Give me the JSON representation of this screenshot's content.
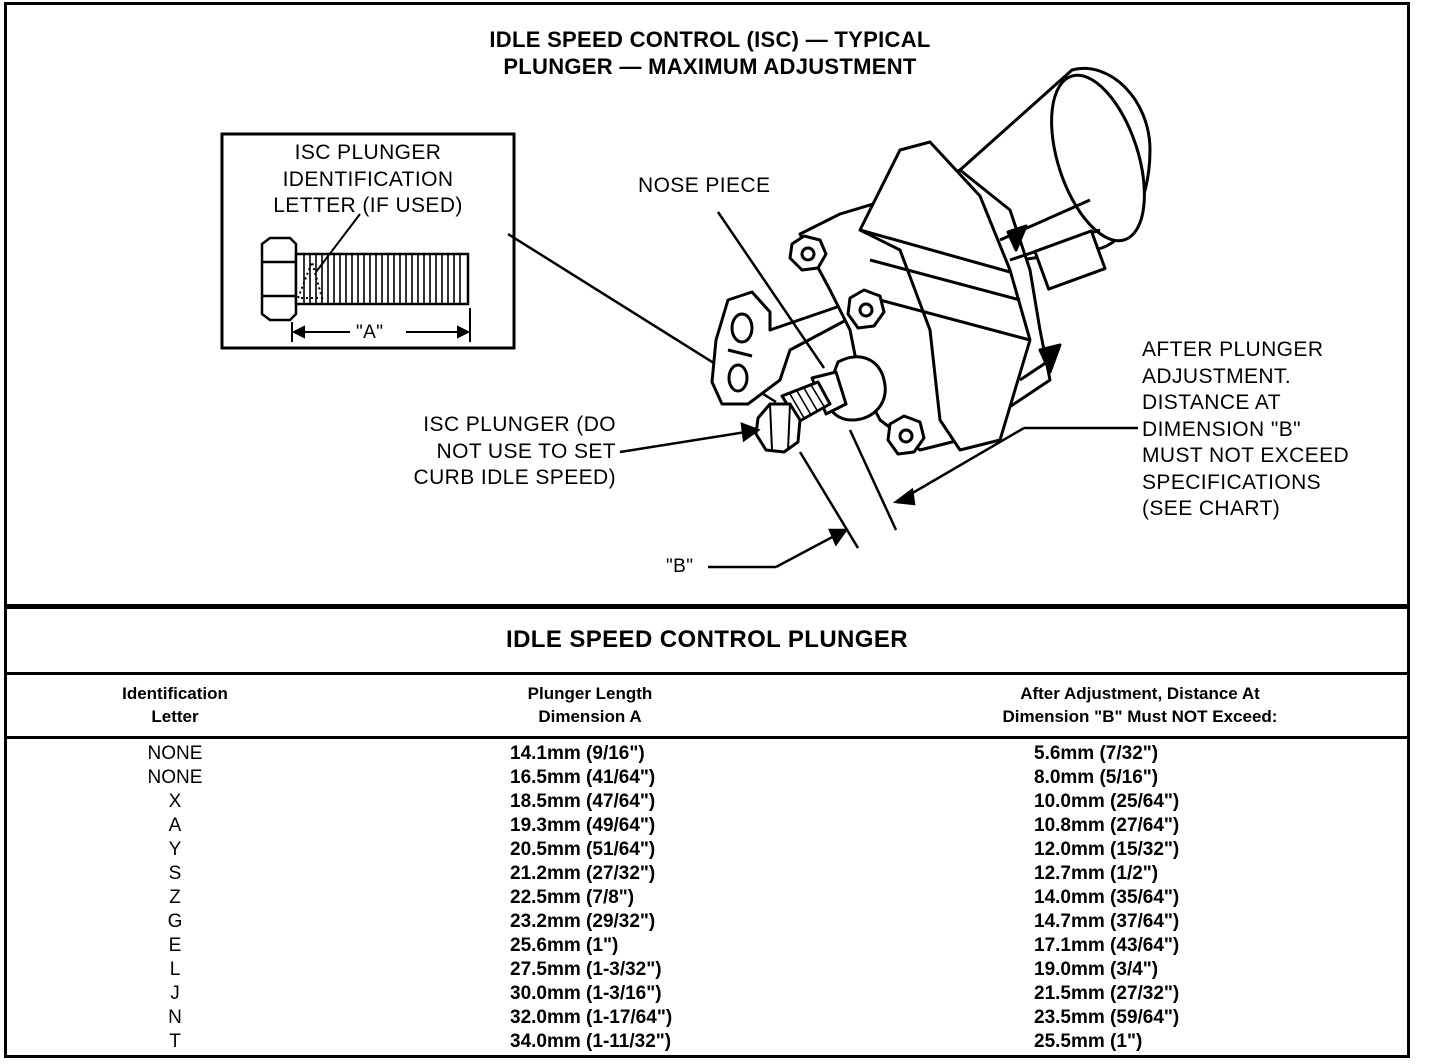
{
  "diagram": {
    "title_line1": "IDLE SPEED CONTROL (ISC) — TYPICAL",
    "title_line2": "PLUNGER — MAXIMUM ADJUSTMENT",
    "inset": {
      "label_line1": "ISC PLUNGER",
      "label_line2": "IDENTIFICATION",
      "label_line3": "LETTER (IF USED)",
      "dimension_a": "\"A\""
    },
    "nose_piece": "NOSE PIECE",
    "plunger_note_line1": "ISC PLUNGER (DO",
    "plunger_note_line2": "NOT USE TO SET",
    "plunger_note_line3": "CURB IDLE SPEED)",
    "dimension_b": "\"B\"",
    "after_note_line1": "AFTER PLUNGER",
    "after_note_line2": "ADJUSTMENT.",
    "after_note_line3": "DISTANCE AT",
    "after_note_line4": "DIMENSION \"B\"",
    "after_note_line5": "MUST NOT EXCEED",
    "after_note_line6": "SPECIFICATIONS",
    "after_note_line7": "(SEE CHART)"
  },
  "table": {
    "title": "IDLE SPEED CONTROL PLUNGER",
    "headers": [
      {
        "line1": "Identification",
        "line2": "Letter"
      },
      {
        "line1": "Plunger Length",
        "line2": "Dimension A"
      },
      {
        "line1": "After Adjustment, Distance At",
        "line2": "Dimension \"B\" Must NOT Exceed:"
      }
    ],
    "rows": [
      [
        "NONE",
        "14.1mm (9/16\")",
        "5.6mm (7/32\")"
      ],
      [
        "NONE",
        "16.5mm (41/64\")",
        "8.0mm (5/16\")"
      ],
      [
        "X",
        "18.5mm (47/64\")",
        "10.0mm (25/64\")"
      ],
      [
        "A",
        "19.3mm (49/64\")",
        "10.8mm (27/64\")"
      ],
      [
        "Y",
        "20.5mm (51/64\")",
        "12.0mm (15/32\")"
      ],
      [
        "S",
        "21.2mm (27/32\")",
        "12.7mm (1/2\")"
      ],
      [
        "Z",
        "22.5mm (7/8\")",
        "14.0mm (35/64\")"
      ],
      [
        "G",
        "23.2mm (29/32\")",
        "14.7mm (37/64\")"
      ],
      [
        "E",
        "25.6mm (1\")",
        "17.1mm (43/64\")"
      ],
      [
        "L",
        "27.5mm (1-3/32\")",
        "19.0mm (3/4\")"
      ],
      [
        "J",
        "30.0mm (1-3/16\")",
        "21.5mm (27/32\")"
      ],
      [
        "N",
        "32.0mm (1-17/64\")",
        "23.5mm (59/64\")"
      ],
      [
        "T",
        "34.0mm (1-11/32\")",
        "25.5mm (1\")"
      ]
    ]
  }
}
